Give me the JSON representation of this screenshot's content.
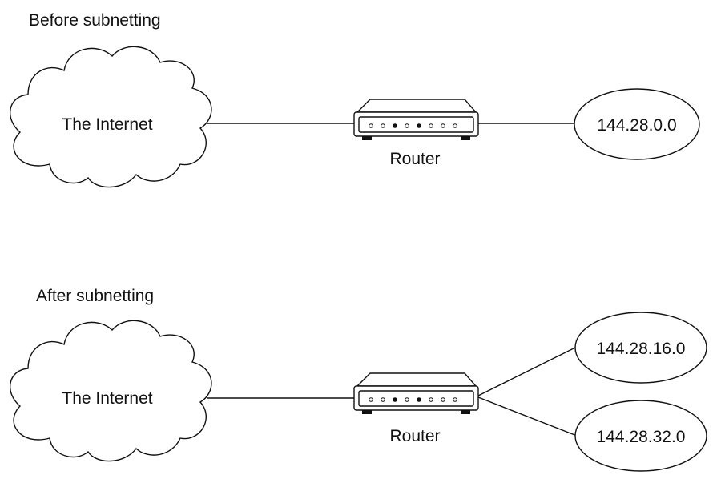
{
  "sections": {
    "before": {
      "heading": "Before subnetting",
      "cloud_label": "The Internet",
      "router_label": "Router",
      "networks": [
        "144.28.0.0"
      ]
    },
    "after": {
      "heading": "After subnetting",
      "cloud_label": "The Internet",
      "router_label": "Router",
      "networks": [
        "144.28.16.0",
        "144.28.32.0"
      ]
    }
  },
  "icons": {
    "cloud": "cloud-icon",
    "router": "router-icon"
  },
  "colors": {
    "line": "#111111",
    "background": "#ffffff"
  }
}
